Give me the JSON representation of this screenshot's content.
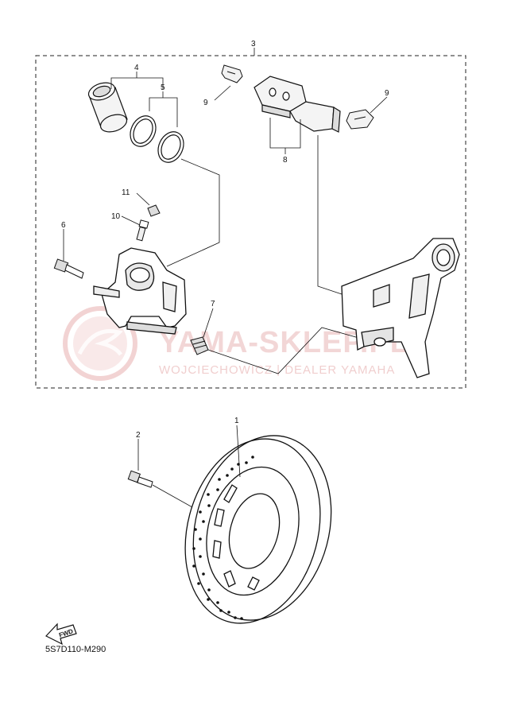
{
  "callouts": {
    "c1": "1",
    "c2": "2",
    "c3": "3",
    "c4": "4",
    "c5": "5",
    "c6": "6",
    "c7": "7",
    "c8": "8",
    "c9a": "9",
    "c9b": "9",
    "c10": "10",
    "c11": "11"
  },
  "watermark": {
    "brand": "YAMA-SKLEP.PL",
    "tagline": "WOJCIECHOWICZ | DEALER YAMAHA"
  },
  "fwd_label": "FWD",
  "diagram_code": "5S7D110-M290",
  "colors": {
    "line": "#111111",
    "watermark": "#e9b5b5"
  }
}
